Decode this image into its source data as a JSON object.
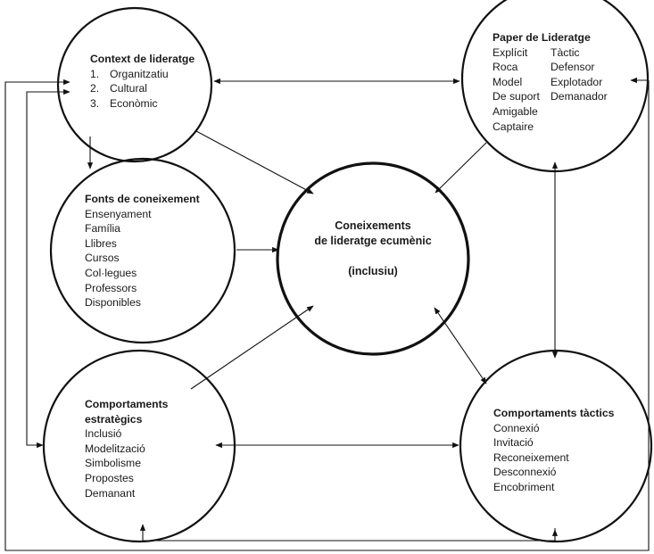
{
  "diagram": {
    "nodes": {
      "context": {
        "title": "Context de lideratge",
        "items": [
          {
            "num": "1.",
            "label": "Organitzatiu"
          },
          {
            "num": "2.",
            "label": "Cultural"
          },
          {
            "num": "3.",
            "label": "Econòmic"
          }
        ]
      },
      "role": {
        "title": "Paper de Lideratge",
        "col1": [
          "Explícit",
          "Roca",
          "Model",
          "De suport",
          "Amigable",
          "Captaire"
        ],
        "col2": [
          "Tàctic",
          "Defensor",
          "Explotador",
          "Demanador"
        ]
      },
      "sources": {
        "title": "Fonts de coneixement",
        "items": [
          "Ensenyament",
          "Família",
          "Llibres",
          "Cursos",
          "Col·legues",
          "Professors",
          "Disponibles"
        ]
      },
      "center": {
        "line1": "Coneixements",
        "line2": "de lideratge ecumènic",
        "line3": "(inclusiu)"
      },
      "strategic": {
        "title_line1": "Comportaments",
        "title_line2": "estratègics",
        "items": [
          "Inclusió",
          "Modelització",
          "Simbolisme",
          "Propostes",
          "Demanant"
        ]
      },
      "tactical": {
        "title": "Comportaments tàctics",
        "items": [
          "Connexió",
          "Invitació",
          "Reconeixement",
          "Desconnexió",
          "Encobriment"
        ]
      }
    },
    "edges": [
      {
        "from": "context",
        "to": "role",
        "type": "bidirectional"
      },
      {
        "from": "context",
        "to": "sources",
        "type": "directed"
      },
      {
        "from": "context",
        "to": "center",
        "type": "directed"
      },
      {
        "from": "role",
        "to": "center",
        "type": "directed"
      },
      {
        "from": "sources",
        "to": "center",
        "type": "directed"
      },
      {
        "from": "strategic",
        "to": "center",
        "type": "directed"
      },
      {
        "from": "center",
        "to": "tactical",
        "type": "bidirectional"
      },
      {
        "from": "role",
        "to": "tactical",
        "type": "bidirectional"
      },
      {
        "from": "strategic",
        "to": "tactical",
        "type": "bidirectional"
      },
      {
        "from": "tactical",
        "to": "strategic",
        "type": "feedback-loop-bottom"
      },
      {
        "from": "tactical",
        "to": "context",
        "type": "feedback-loop-outer"
      },
      {
        "from": "strategic",
        "to": "context",
        "type": "feedback-loop-left"
      },
      {
        "from": "tactical",
        "to": "role",
        "type": "feedback-loop-right"
      }
    ],
    "colors": {
      "stroke": "#111111",
      "background": "#ffffff",
      "text": "#1a1a1a"
    }
  }
}
